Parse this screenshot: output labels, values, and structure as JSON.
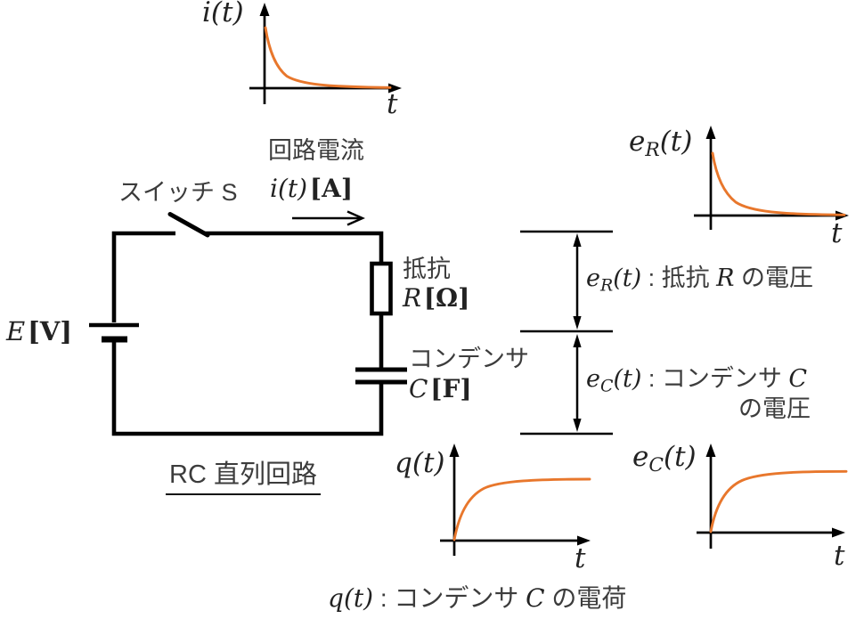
{
  "title": "RC series circuit transient diagram",
  "colors": {
    "curve": "#e8772c",
    "wire": "#000000",
    "text_jp": "#3c3c3c",
    "text_math": "#222222"
  },
  "graph_i": {
    "ylabel_base": "i",
    "ylabel_rest": "(t)",
    "xlabel": "t",
    "curve_shape": "exponential-decay"
  },
  "graph_er": {
    "ylabel_base": "e",
    "ylabel_sub": "R",
    "ylabel_rest": "(t)",
    "xlabel": "t",
    "curve_shape": "exponential-decay"
  },
  "graph_q": {
    "ylabel_base": "q",
    "ylabel_rest": "(t)",
    "xlabel": "t",
    "curve_shape": "exponential-rise"
  },
  "graph_ec": {
    "ylabel_base": "e",
    "ylabel_sub": "C",
    "ylabel_rest": "(t)",
    "xlabel": "t",
    "curve_shape": "exponential-rise"
  },
  "circuit": {
    "switch_label": "スイッチ S",
    "current_caption": "回路電流",
    "current_base": "i",
    "current_rest": "(t)",
    "current_unit": "[A]",
    "source_var": "E",
    "source_unit": "[V]",
    "resistor_caption": "抵抗",
    "resistor_var": "R",
    "resistor_unit": "[Ω]",
    "capacitor_caption": "コンデンサ",
    "capacitor_var": "C",
    "capacitor_unit": "[F]",
    "caption": "RC 直列回路"
  },
  "annotations": {
    "er_base": "e",
    "er_sub": "R",
    "er_rest": "(t)",
    "er_sep": " : ",
    "er_pre": "抵抗 ",
    "er_var": "R",
    "er_post": " の電圧",
    "ec_base": "e",
    "ec_sub": "C",
    "ec_rest": "(t)",
    "ec_sep": " : ",
    "ec_pre": "コンデンサ ",
    "ec_var": "C",
    "ec_line2": "の電圧",
    "q_base": "q",
    "q_rest": "(t)",
    "q_sep": " : ",
    "q_pre": "コンデンサ ",
    "q_var": "C",
    "q_post": " の電荷"
  }
}
